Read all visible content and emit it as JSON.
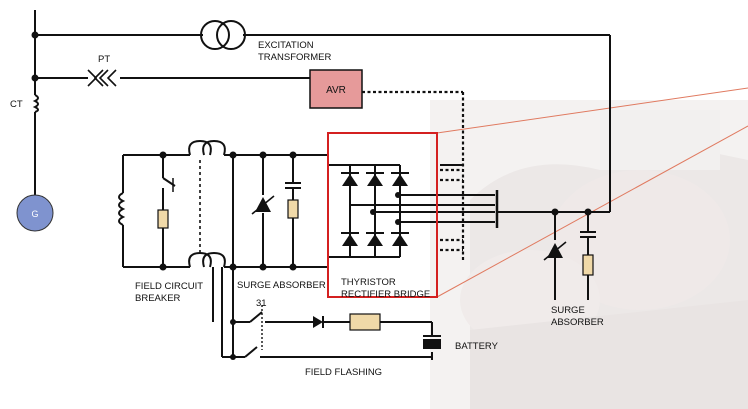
{
  "labels": {
    "excitation_line1": "EXCITATION",
    "excitation_line2": "TRANSFORMER",
    "pt": "PT",
    "ct": "CT",
    "avr": "AVR",
    "generator": "G",
    "field_breaker_line1": "FIELD CIRCUIT",
    "field_breaker_line2": "BREAKER",
    "surge_absorber_mid": "SURGE ABSORBER",
    "thyristor_line1": "THYRISTOR",
    "thyristor_line2": "RECTIFIER BRIDGE",
    "surge_right_line1": "SURGE",
    "surge_right_line2": "ABSORBER",
    "contact_31": "31",
    "battery": "BATTERY",
    "field_flashing": "FIELD FLASHING"
  },
  "colors": {
    "line": "#111111",
    "avr_fill": "#e69a9a",
    "generator_fill": "#7f93cf",
    "resistor_fill": "#f0d9a8",
    "highlight_box": "#d42020",
    "background_photo": "#f1efee"
  }
}
